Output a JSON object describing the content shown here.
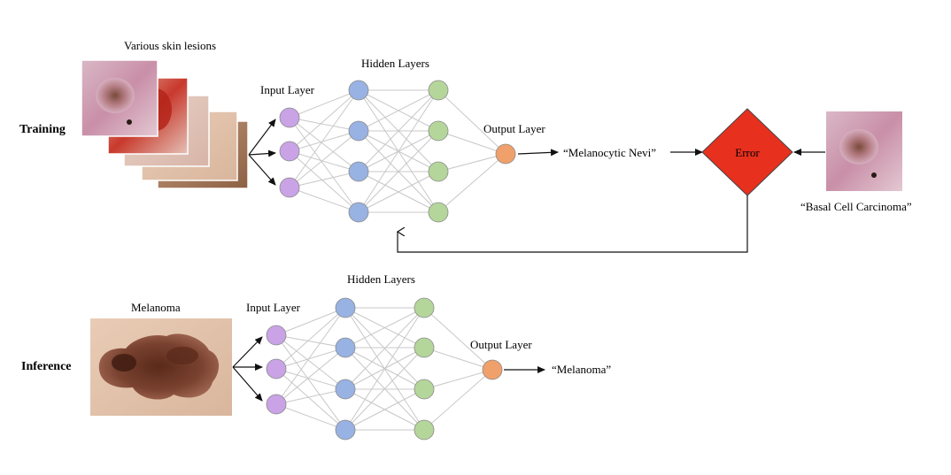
{
  "colors": {
    "input_node": "#c9a3e6",
    "hidden_node_1": "#98b2e3",
    "hidden_node_2": "#b5d69a",
    "output_node": "#f0a06a",
    "error_diamond": "#e8301f",
    "edge": "#c8c8c8",
    "arrow": "#111111"
  },
  "training": {
    "row_label": "Training",
    "images_caption": "Various skin lesions",
    "input_layer_label": "Input Layer",
    "hidden_layers_label": "Hidden Layers",
    "output_layer_label": "Output Layer",
    "prediction": "“Melanocytic Nevi”",
    "error_label": "Error",
    "ground_truth": "“Basal Cell Carcinoma”"
  },
  "inference": {
    "row_label": "Inference",
    "image_caption": "Melanoma",
    "input_layer_label": "Input Layer",
    "hidden_layers_label": "Hidden Layers",
    "output_layer_label": "Output Layer",
    "prediction": "“Melanoma”"
  },
  "network": {
    "input_nodes": 3,
    "hidden_layers": 2,
    "hidden_nodes_per_layer": 4,
    "output_nodes": 1
  }
}
